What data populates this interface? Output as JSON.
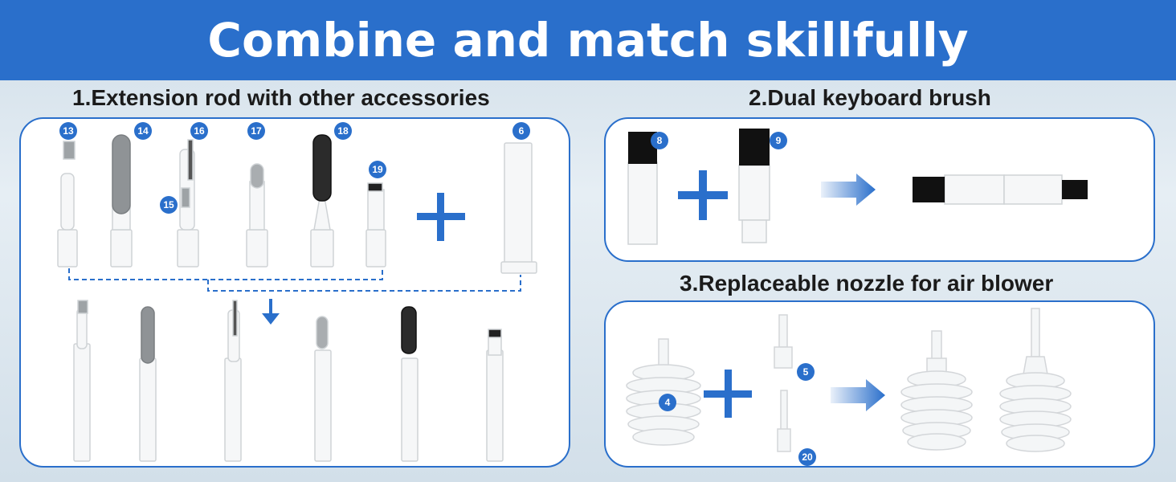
{
  "banner": {
    "title": "Combine and match skillfully"
  },
  "section1": {
    "title": "1.Extension rod with other accessories"
  },
  "section2": {
    "title": "2.Dual keyboard brush"
  },
  "section3": {
    "title": "3.Replaceable nozzle for air blower"
  },
  "badges": {
    "b13": "13",
    "b14": "14",
    "b16": "16",
    "b17": "17",
    "b18": "18",
    "b19": "19",
    "b15": "15",
    "b6": "6",
    "b8": "8",
    "b9": "9",
    "b4": "4",
    "b5": "5",
    "b20": "20"
  },
  "colors": {
    "accent": "#2a6fcb",
    "banner": "#2a6fcb",
    "panel": "#ffffff"
  },
  "icons": [
    "plus-icon",
    "arrow-right-icon",
    "arrow-down-icon"
  ]
}
